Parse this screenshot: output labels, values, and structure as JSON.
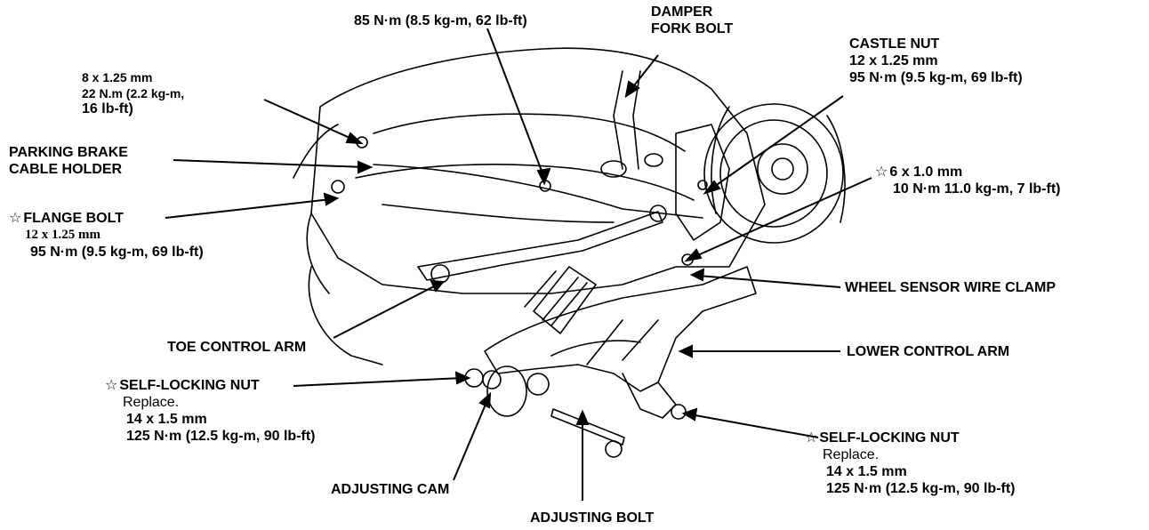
{
  "callouts": {
    "top_torque": "85 N·m (8.5 kg-m, 62 lb-ft)",
    "damper_fork_bolt": [
      "DAMPER",
      "FORK BOLT"
    ],
    "castle_nut": [
      "CASTLE NUT",
      "12 x 1.25 mm",
      "95 N·m (9.5 kg-m, 69 lb-ft)"
    ],
    "small_bolt": [
      "8 x 1.25 mm",
      "22 N.m (2.2 kg-m,",
      "16 lb-ft)"
    ],
    "parking_brake": [
      "PARKING BRAKE",
      "CABLE HOLDER"
    ],
    "bolt_6x1": [
      "6 x 1.0 mm",
      "10 N·m 11.0 kg-m, 7 lb-ft)"
    ],
    "flange_bolt": [
      "FLANGE BOLT",
      "12 x 1.25 mm",
      "95 N·m (9.5 kg-m, 69 lb-ft)"
    ],
    "wheel_sensor_clamp": "WHEEL SENSOR WIRE CLAMP",
    "toe_control_arm": "TOE CONTROL ARM",
    "lower_control_arm": "LOWER CONTROL ARM",
    "self_locking_nut_left": [
      "SELF-LOCKING NUT",
      "Replace.",
      "14 x 1.5 mm",
      "125 N·m (12.5 kg-m, 90 lb-ft)"
    ],
    "self_locking_nut_right": [
      "SELF-LOCKING NUT",
      "Replace.",
      "14 x 1.5 mm",
      "125 N·m (12.5 kg-m, 90 lb-ft)"
    ],
    "adjusting_cam": "ADJUSTING CAM",
    "adjusting_bolt": "ADJUSTING BOLT",
    "star_symbol": "☆"
  },
  "colors": {
    "ink": "#000000",
    "paper": "#ffffff"
  }
}
